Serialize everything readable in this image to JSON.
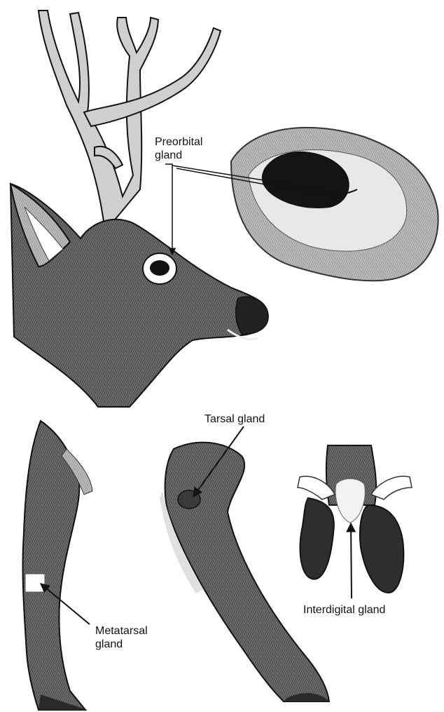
{
  "labels": {
    "preorbital": [
      "Preorbital",
      "gland"
    ],
    "tarsal": "Tarsal gland",
    "metatarsal": [
      "Metatarsal",
      "gland"
    ],
    "interdigital": "Interdigital gland"
  },
  "colors": {
    "fur_dark": "#5a5a5a",
    "fur_mid": "#8a8a8a",
    "antler": "#c9c9c9",
    "outline": "#111111",
    "background": "#ffffff"
  }
}
